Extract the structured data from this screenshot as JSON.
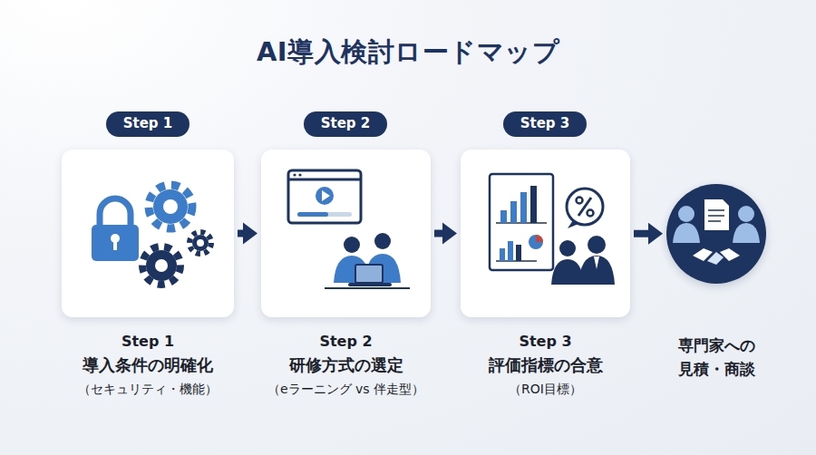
{
  "diagram": {
    "title": "AI導入検討ロードマップ",
    "nodes": [
      {
        "text": [
          "Step 1"
        ]
      },
      {
        "text": [
          "Step 1",
          "導入条件の明確化",
          "（セキュリティ・機能）"
        ]
      },
      {
        "text": [
          "Step 2"
        ]
      },
      {
        "text": [
          "Step 2",
          "研修方式の選定",
          "（eラーニング vs 伴走型）"
        ]
      },
      {
        "text": [
          "Step 3"
        ]
      },
      {
        "text": [
          "Step 3",
          "評価指標の合意",
          "（ROI目標）"
        ]
      },
      {
        "text": [
          "専門家への 見積・商談"
        ]
      }
    ],
    "edges": [
      {
        "from": 1,
        "to": 3,
        "arrow": "to"
      },
      {
        "from": 3,
        "to": 5,
        "arrow": "to"
      },
      {
        "from": 5,
        "to": 6,
        "arrow": "to"
      }
    ]
  }
}
